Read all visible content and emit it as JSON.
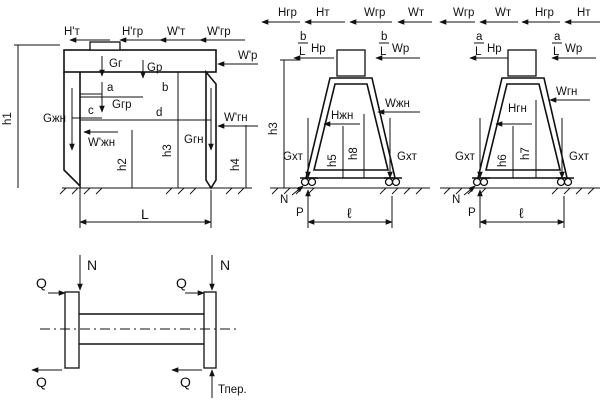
{
  "portal_crane": {
    "top_forces": [
      "H'т",
      "H'гр",
      "W'т",
      "W'гр"
    ],
    "right_force": "W'р",
    "gravity": {
      "Gг": "Gг",
      "Gр": "Gр",
      "Gгр": "Gгр",
      "Gгн": "Gгн",
      "Gжн": "Gжн"
    },
    "dims": {
      "a": "a",
      "b": "b",
      "c": "c",
      "d": "d",
      "L": "L",
      "h1": "h1",
      "h2": "h2",
      "h3": "h3",
      "h4": "h4"
    },
    "wind_gn": "W'гн",
    "wind_zhn": "W'жн"
  },
  "support_left": {
    "top_forces": [
      "Нгр",
      "Нт",
      "Wгр",
      "Wт"
    ],
    "ratio": {
      "num": "b",
      "den": "L"
    },
    "Hp": "Hр",
    "Wp": "Wр",
    "wind": "Wжн",
    "horiz": "Нжн",
    "Gxt_left": "Gхт",
    "Gxt_right": "Gхт",
    "h5": "h5",
    "h8": "h8",
    "h3": "h3",
    "N": "N",
    "P": "P",
    "span": "ℓ"
  },
  "support_right": {
    "top_forces": [
      "Wгр",
      "Wт",
      "Нгр",
      "Нт"
    ],
    "ratio": {
      "num": "a",
      "den": "L"
    },
    "Hp": "Hр",
    "Wp": "Wр",
    "wind": "Wгн",
    "horiz": "Нгн",
    "Gxt_left": "Gхт",
    "Gxt_right": "Gхт",
    "h6": "h6",
    "h7": "h7",
    "N": "N",
    "P": "P",
    "span": "ℓ"
  },
  "plan_view": {
    "Q_tl": "Q",
    "Q_tr": "Q",
    "Q_bl": "Q",
    "Q_br": "Q",
    "N_left": "N",
    "N_right": "N",
    "T": "Тпер."
  }
}
